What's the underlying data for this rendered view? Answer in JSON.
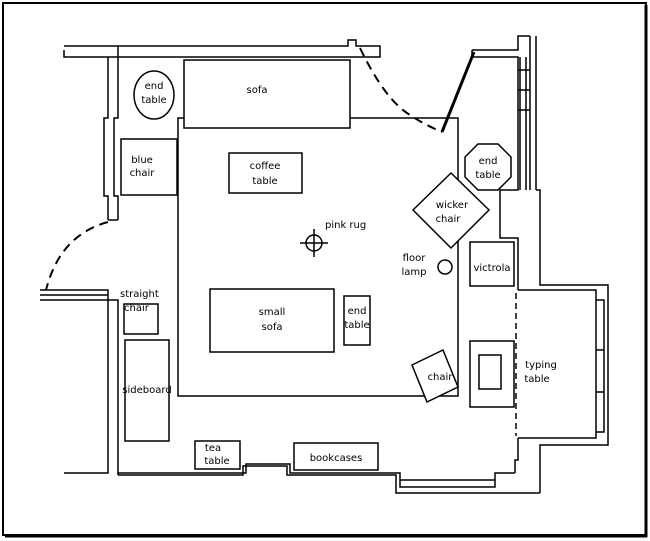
{
  "labels": {
    "end_table_top_left": [
      "end",
      "table"
    ],
    "sofa": [
      "sofa"
    ],
    "blue_chair": [
      "blue",
      "chair"
    ],
    "coffee_table": [
      "coffee",
      "table"
    ],
    "end_table_right": [
      "end",
      "table"
    ],
    "wicker_chair": [
      "wicker",
      "chair"
    ],
    "pink_rug": [
      "pink rug"
    ],
    "floor_lamp": [
      "floor",
      "lamp"
    ],
    "victrola": [
      "victrola"
    ],
    "straight_chair": [
      "straight",
      "chair"
    ],
    "small_sofa": [
      "small",
      "sofa"
    ],
    "end_table_middle": [
      "end",
      "table"
    ],
    "sideboard": [
      "sideboard"
    ],
    "chair": [
      "chair"
    ],
    "typing_table": [
      "typing",
      "table"
    ],
    "tea_table": [
      "tea",
      "table"
    ],
    "bookcases": [
      "bookcases"
    ]
  }
}
